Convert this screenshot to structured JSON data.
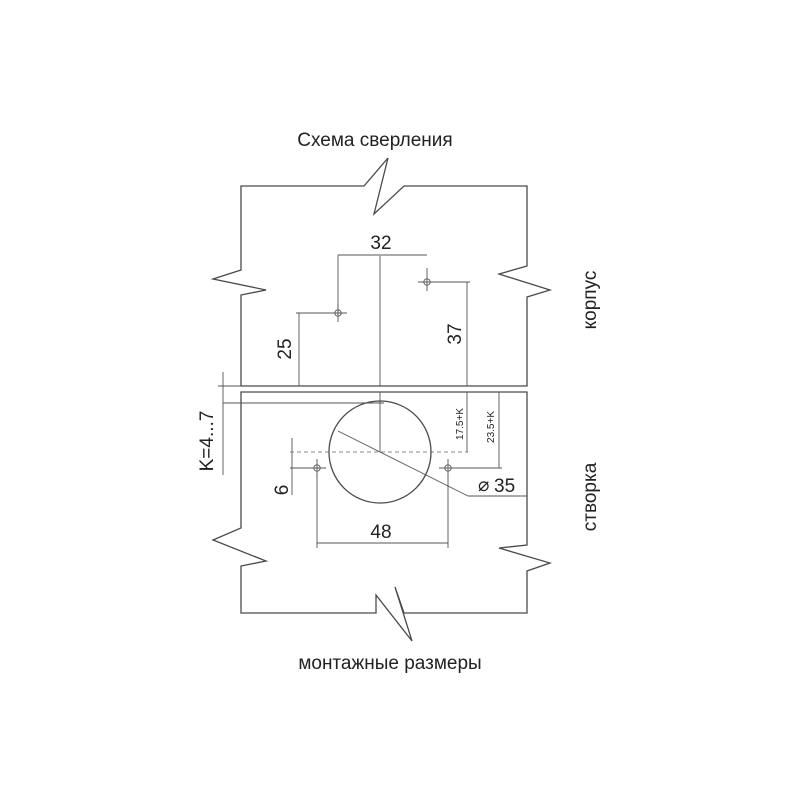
{
  "title": "Схема сверления",
  "caption": "монтажные размеры",
  "labels": {
    "korpus": "корпус",
    "stvorka": "створка"
  },
  "dimensions": {
    "d32": "32",
    "d37": "37",
    "d25": "25",
    "k_range": "K=4...7",
    "d17_5k": "17.5+K",
    "d23_5k": "23.5+K",
    "d6": "6",
    "d48": "48",
    "d35": "35",
    "diameter_symbol": "⌀"
  },
  "colors": {
    "line": "#4a4a4a",
    "text": "#222222",
    "background": "#ffffff"
  }
}
